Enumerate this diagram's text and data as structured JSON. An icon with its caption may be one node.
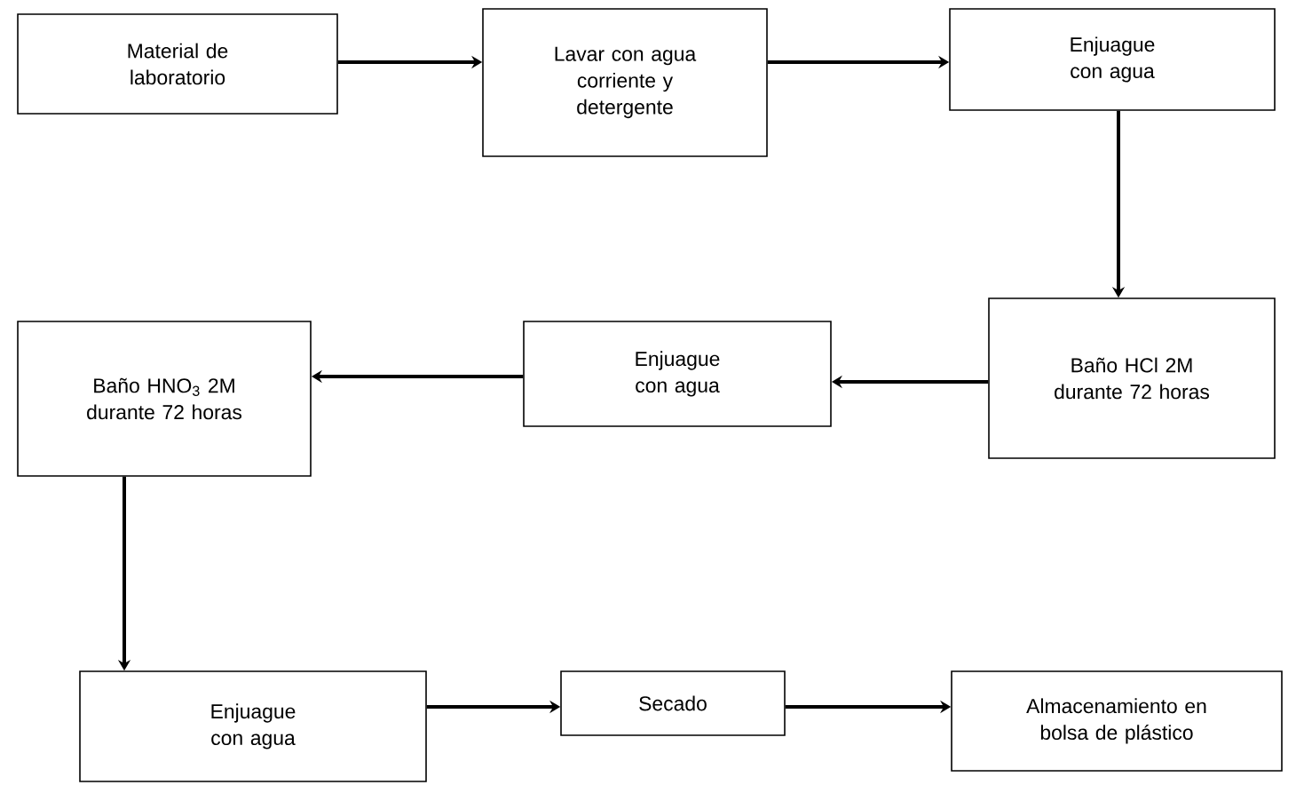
{
  "diagram": {
    "nodes": [
      {
        "text": [
          "Material de laboratorio"
        ]
      },
      {
        "text": [
          "Lavar con agua corriente y detergente"
        ]
      },
      {
        "text": [
          "Enjuague con agua"
        ]
      },
      {
        "text": [
          "Baño HCl 2M durante 72 horas"
        ]
      },
      {
        "text": [
          "Enjuague con agua"
        ]
      },
      {
        "text": [
          "Baño HNO$_{3}$ 2M durante 72 horas"
        ]
      },
      {
        "text": [
          "Enjuague con agua"
        ]
      },
      {
        "text": [
          "Secado"
        ]
      },
      {
        "text": [
          "Almacenamiento en bolsa de plástico"
        ]
      }
    ],
    "edges": [
      {
        "from": 0,
        "to": 1,
        "arrow": "to"
      },
      {
        "from": 1,
        "to": 2,
        "arrow": "to"
      },
      {
        "from": 2,
        "to": 3,
        "arrow": "to"
      },
      {
        "from": 3,
        "to": 4,
        "arrow": "to"
      },
      {
        "from": 4,
        "to": 5,
        "arrow": "to"
      },
      {
        "from": 5,
        "to": 6,
        "arrow": "to"
      },
      {
        "from": 6,
        "to": 7,
        "arrow": "to"
      },
      {
        "from": 7,
        "to": 8,
        "arrow": "to"
      }
    ]
  }
}
